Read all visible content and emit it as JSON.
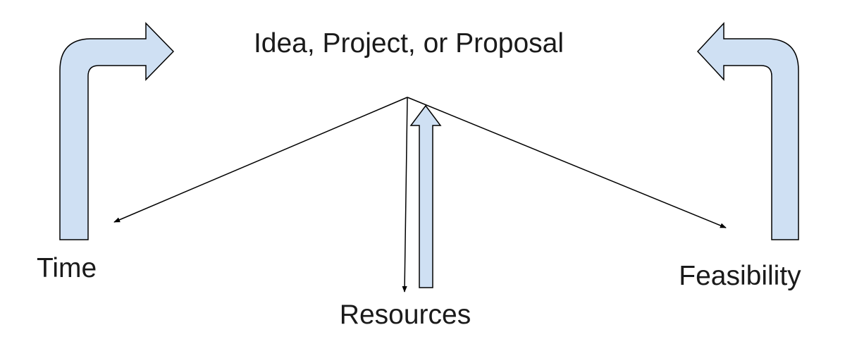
{
  "diagram": {
    "center_label": "Idea, Project, or Proposal",
    "nodes": {
      "time": "Time",
      "resources": "Resources",
      "feasibility": "Feasibility"
    }
  },
  "colors": {
    "block_arrow_fill": "#cfe0f3",
    "stroke": "#000000",
    "text": "#1a1a1a",
    "background": "#ffffff"
  }
}
